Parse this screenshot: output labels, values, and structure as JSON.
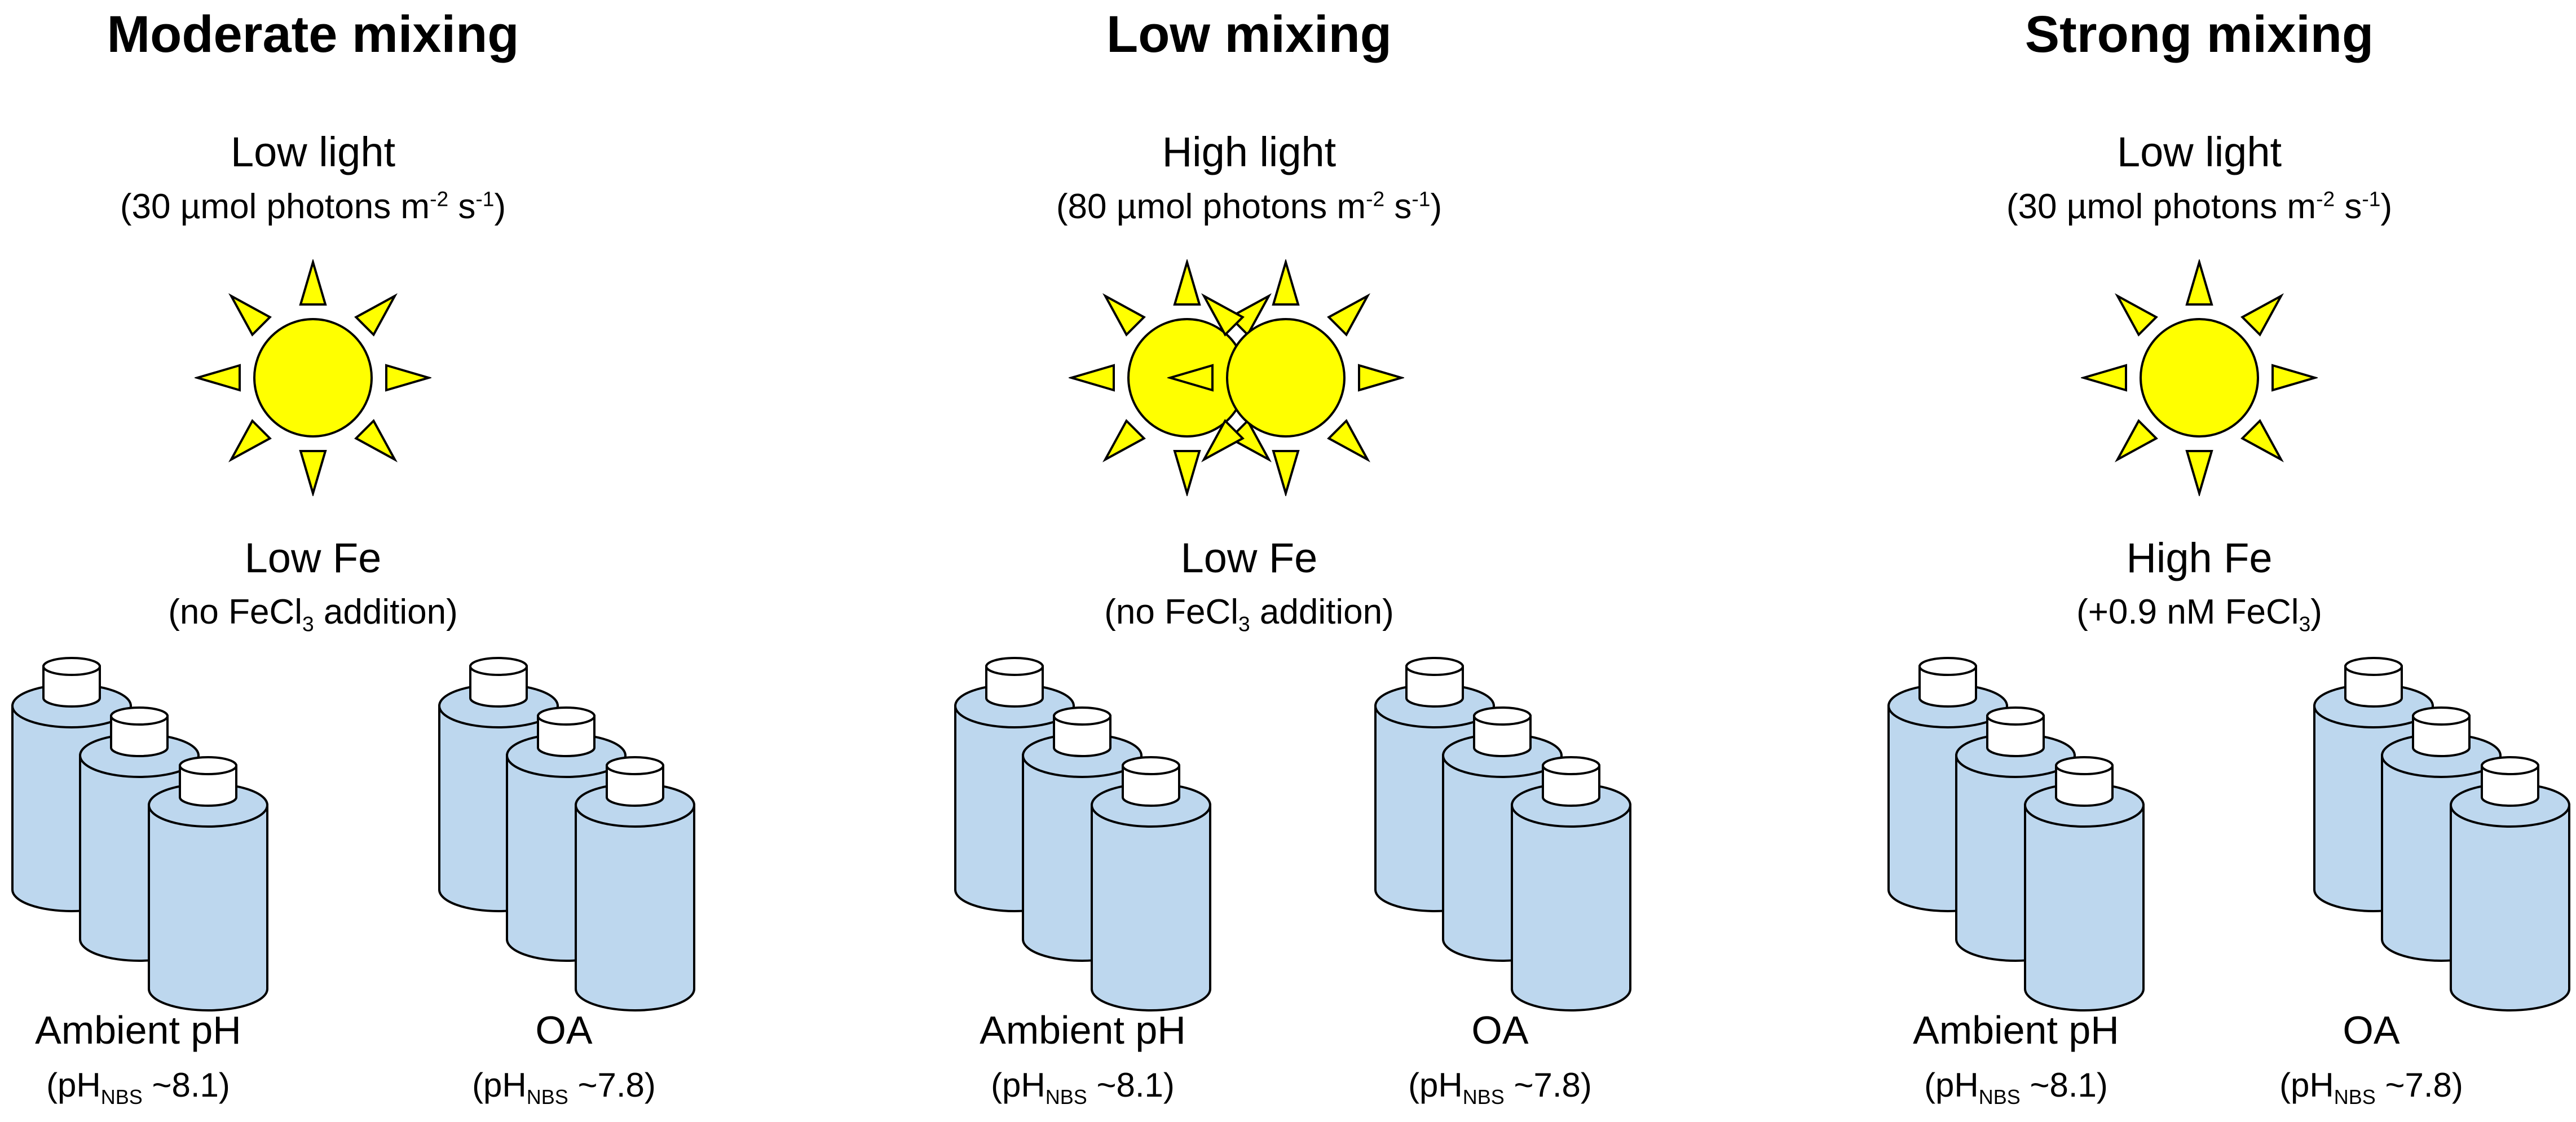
{
  "panels": [
    {
      "title": "Moderate mixing",
      "light": {
        "label": "Low light",
        "detail_pre": "(30 µmol photons m",
        "exp1": "-2",
        "mid": " s",
        "exp2": "-1",
        "post": ")"
      },
      "fe": {
        "label": "Low Fe",
        "detail_pre": "(no FeCl",
        "subscript": "3",
        "detail_post": " addition)"
      },
      "groups": [
        {
          "label": "Ambient pH",
          "ph_pre": "(pH",
          "ph_sub": "NBS",
          "ph_post": " ~8.1)"
        },
        {
          "label": "OA",
          "ph_pre": "(pH",
          "ph_sub": "NBS",
          "ph_post": " ~7.8)"
        }
      ]
    },
    {
      "title": "Low mixing",
      "light": {
        "label": "High light",
        "detail_pre": "(80 µmol photons m",
        "exp1": "-2",
        "mid": " s",
        "exp2": "-1",
        "post": ")"
      },
      "fe": {
        "label": "Low Fe",
        "detail_pre": "(no FeCl",
        "subscript": "3",
        "detail_post": " addition)"
      },
      "groups": [
        {
          "label": "Ambient pH",
          "ph_pre": "(pH",
          "ph_sub": "NBS",
          "ph_post": " ~8.1)"
        },
        {
          "label": "OA",
          "ph_pre": "(pH",
          "ph_sub": "NBS",
          "ph_post": " ~7.8)"
        }
      ]
    },
    {
      "title": "Strong mixing",
      "light": {
        "label": "Low light",
        "detail_pre": "(30 µmol photons m",
        "exp1": "-2",
        "mid": " s",
        "exp2": "-1",
        "post": ")"
      },
      "fe": {
        "label": "High Fe",
        "detail_pre": "(+0.9 nM FeCl",
        "subscript": "3",
        "detail_post": ")"
      },
      "groups": [
        {
          "label": "Ambient pH",
          "ph_pre": "(pH",
          "ph_sub": "NBS",
          "ph_post": " ~8.1)"
        },
        {
          "label": "OA",
          "ph_pre": "(pH",
          "ph_sub": "NBS",
          "ph_post": " ~7.8)"
        }
      ]
    }
  ],
  "icons": {
    "sun": "sun-icon",
    "bottle": "culture-bottle-icon"
  },
  "colors": {
    "sun_fill": "#ffff00",
    "bottle_fill": "#bdd7ee",
    "cap_fill": "#ffffff",
    "stroke": "#000000"
  }
}
